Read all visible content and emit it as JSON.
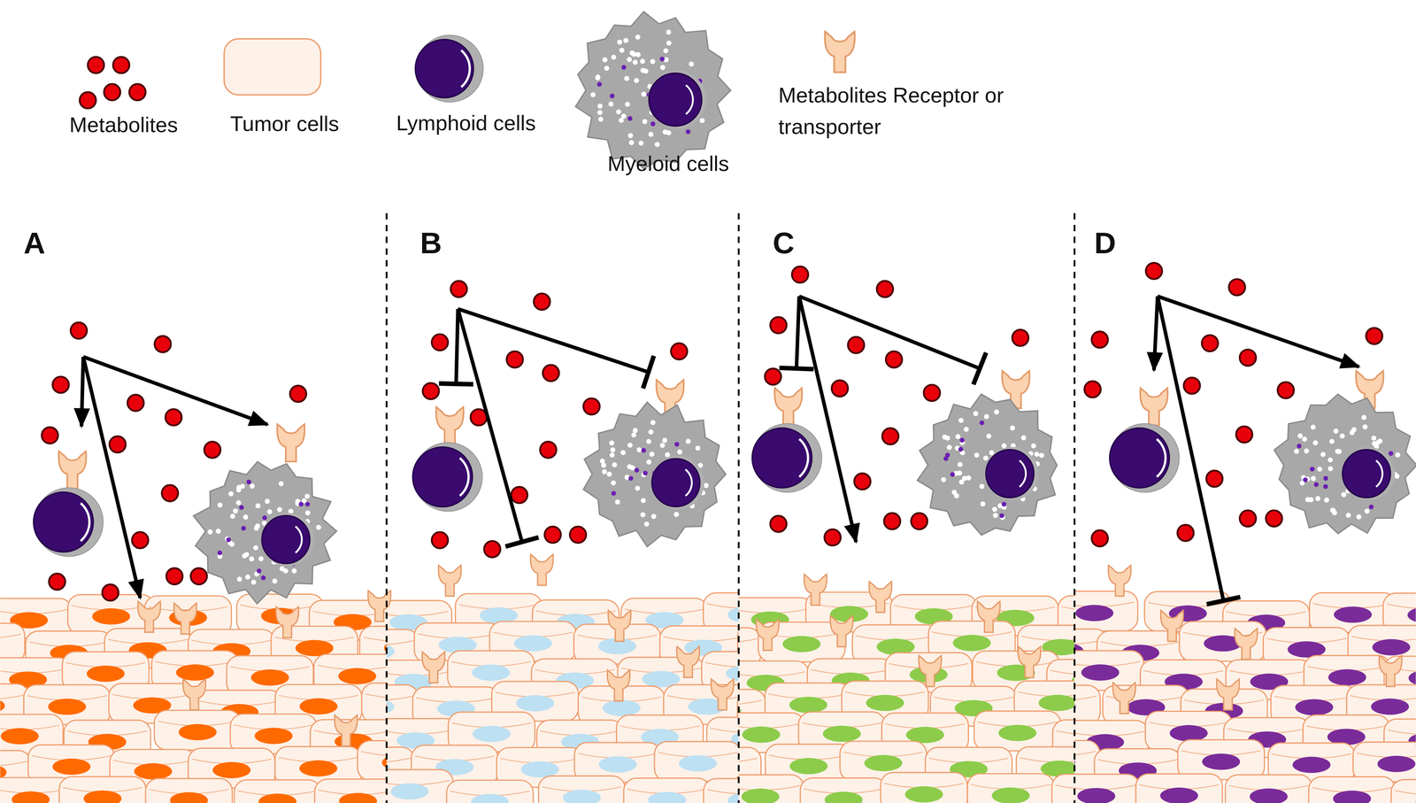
{
  "diagram": {
    "labels": [
      "A",
      "B",
      "C",
      "D"
    ],
    "legend": [
      {
        "text": "Metabolites"
      },
      {
        "text": "Tumor cells"
      },
      {
        "text": "Lymphoid cells"
      },
      {
        "text": "Myeloid cells"
      },
      {
        "text": "Metabolites Receptor or transporter"
      }
    ]
  }
}
